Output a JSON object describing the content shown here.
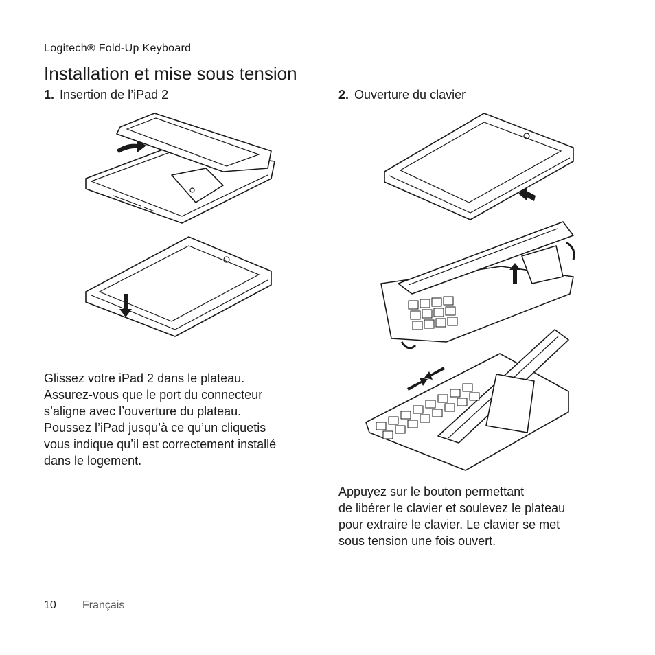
{
  "header": {
    "running_title": "Logitech® Fold-Up Keyboard"
  },
  "title": "Installation et mise sous tension",
  "steps": [
    {
      "number": "1.",
      "label": "Insertion de l’iPad 2"
    },
    {
      "number": "2.",
      "label": "Ouverture du clavier"
    }
  ],
  "paragraphs": {
    "left": "Glissez votre iPad 2 dans le plateau.\nAssurez-vous que le port du connecteur\ns’aligne avec l’ouverture du plateau.\nPoussez l’iPad jusqu’à ce qu’un cliquetis\nvous indique qu’il est correctement installé\ndans le logement.",
    "right": "Appuyez sur le bouton permettant\nde libérer le clavier et soulevez le plateau\npour extraire le clavier. Le clavier se met\nsous tension une fois ouvert."
  },
  "footer": {
    "page_number": "10",
    "language": "Français"
  }
}
